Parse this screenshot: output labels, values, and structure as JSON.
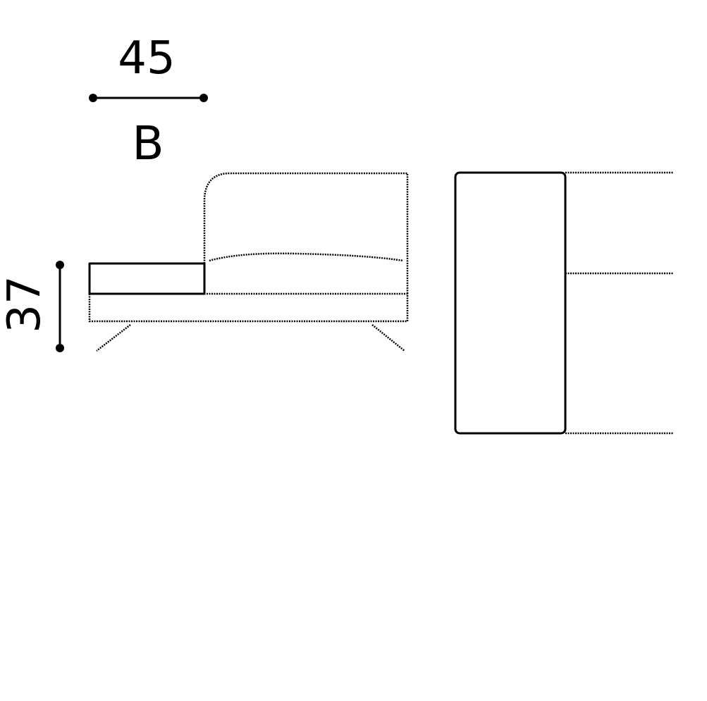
{
  "dimensions": {
    "width_value": "45",
    "width_label": "B",
    "height_value": "37"
  },
  "colors": {
    "line": "#000000",
    "background": "#ffffff"
  }
}
